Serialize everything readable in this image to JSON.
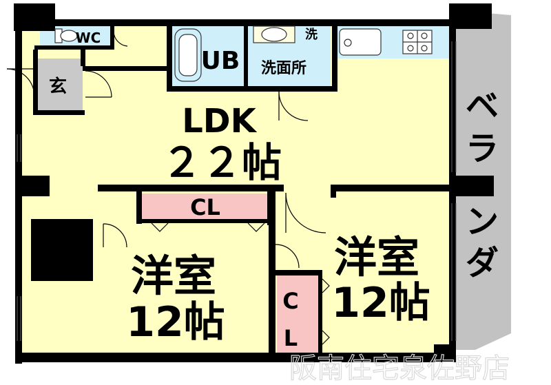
{
  "rooms": {
    "wc": "WC",
    "entrance": "玄",
    "unit_bath": "UB",
    "washroom": "洗面所",
    "washer": "洗",
    "ldk_name": "LDK",
    "ldk_size": "２２帖",
    "closet_top": "CL",
    "bedroom_left_name": "洋室",
    "bedroom_left_size": "12帖",
    "bedroom_right_name": "洋室",
    "bedroom_right_size": "12帖",
    "closet_small_c": "C",
    "closet_small_l": "L",
    "balcony": [
      "ベ",
      "ラ",
      "ン",
      "ダ"
    ]
  },
  "watermark": "阪南住宅泉佐野店",
  "colors": {
    "room_fill": "#ffffc4",
    "wet_fill": "#cff0fb",
    "closet_fill": "#f8c4c4",
    "balcony_fill": "#c2c2c2",
    "wall": "#000000"
  }
}
